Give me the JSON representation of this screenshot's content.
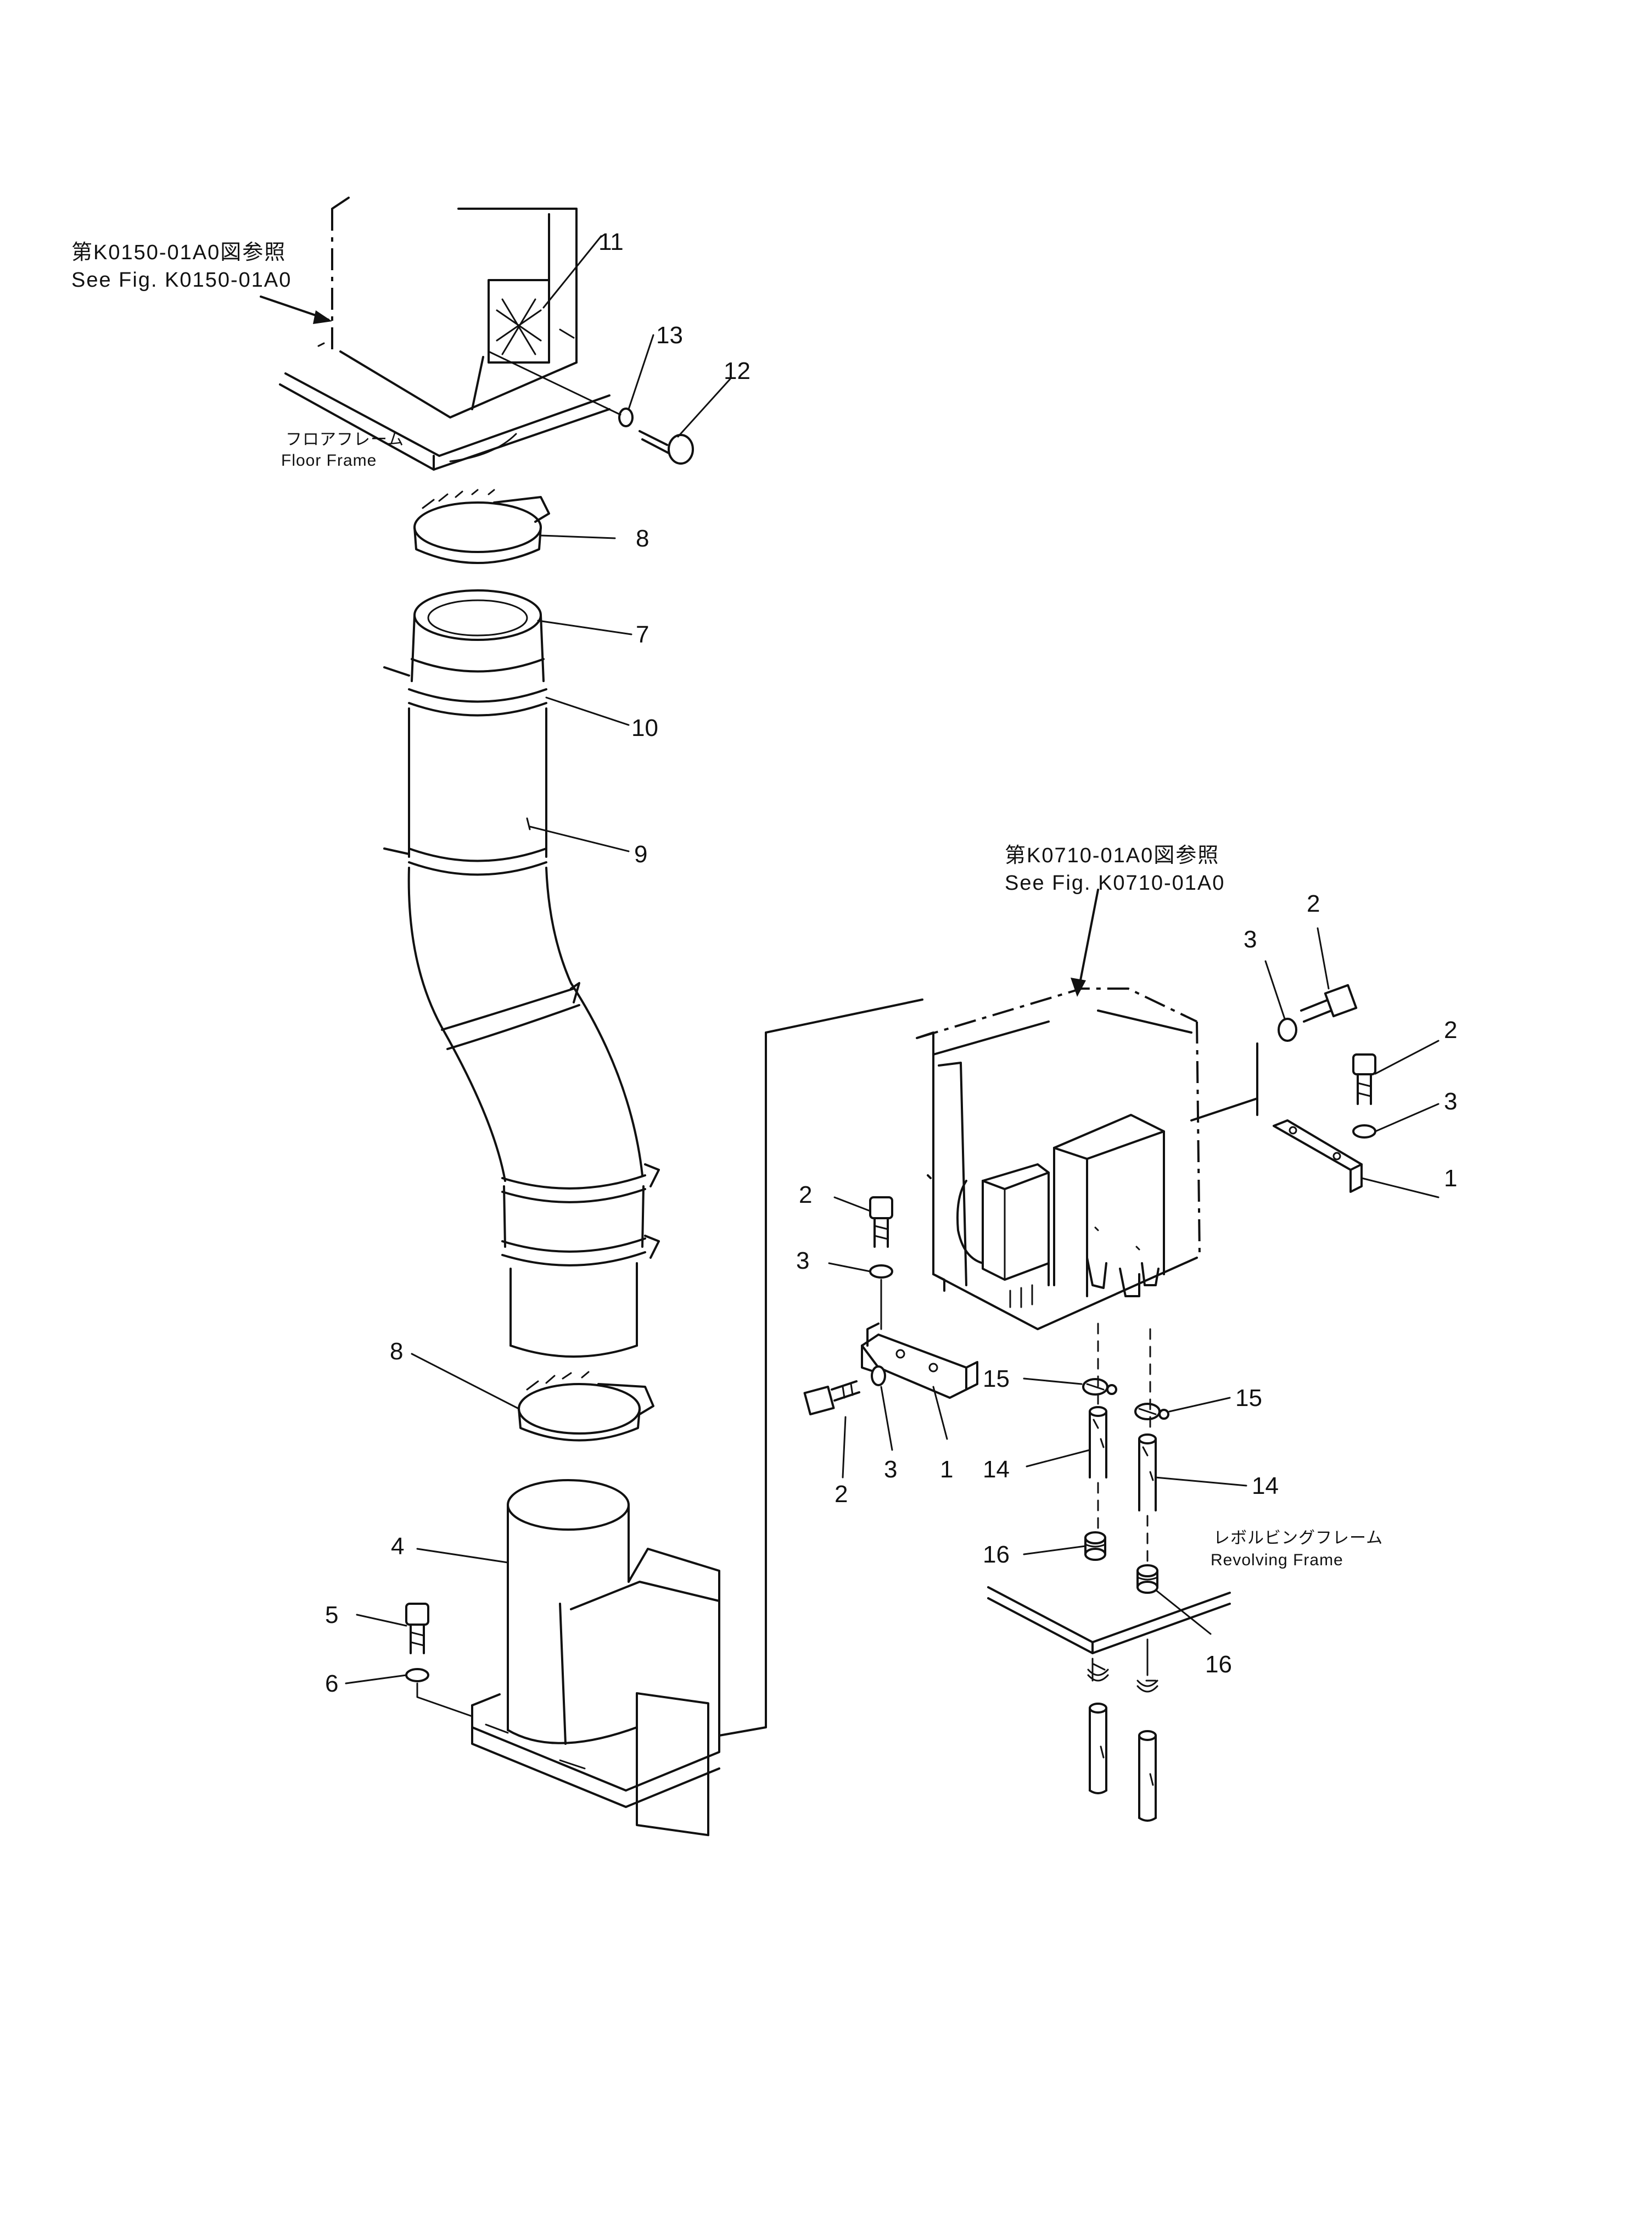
{
  "references": {
    "upper": {
      "jp": "第K0150-01A0図参照",
      "en": "See  Fig. K0150-01A0"
    },
    "right": {
      "jp": "第K0710-01A0図参照",
      "en": "See  Fig. K0710-01A0"
    }
  },
  "frames": {
    "floor": {
      "jp": "フロアフレーム",
      "en": "Floor  Frame"
    },
    "revolving": {
      "jp": "レボルビングフレーム",
      "en": "Revolving  Frame"
    }
  },
  "callouts": {
    "c11": "11",
    "c13": "13",
    "c12": "12",
    "c8a": "8",
    "c7": "7",
    "c10": "10",
    "c9": "9",
    "c8b": "8",
    "c4": "4",
    "c5": "5",
    "c6": "6",
    "c3a": "3",
    "c2a": "2",
    "c2b": "2",
    "c3b": "3",
    "c1a": "1",
    "c2c": "2",
    "c3c": "3",
    "c15a": "15",
    "c15b": "15",
    "c2d": "2",
    "c3d": "3",
    "c1b": "1",
    "c14a": "14",
    "c14b": "14",
    "c16a": "16",
    "c16b": "16"
  }
}
